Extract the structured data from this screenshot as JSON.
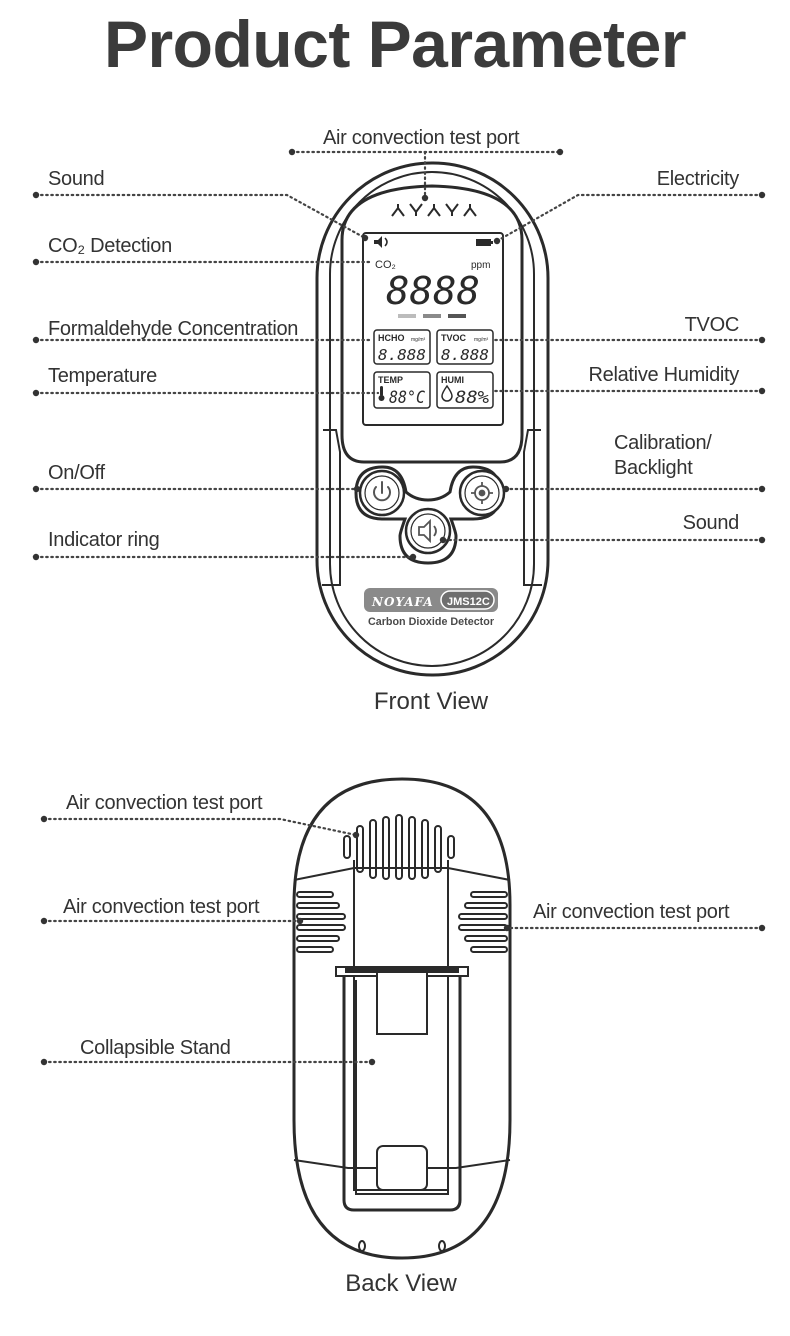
{
  "title": "Product Parameter",
  "front": {
    "view_label": "Front View",
    "labels": {
      "air_top": "Air convection test port",
      "sound_left": "Sound",
      "electricity": "Electricity",
      "co2_detection": "CO₂ Detection",
      "formaldehyde": "Formaldehyde Concentration",
      "tvoc": "TVOC",
      "temperature": "Temperature",
      "humidity": "Relative Humidity",
      "calibration_1": "Calibration/",
      "calibration_2": "Backlight",
      "on_off": "On/Off",
      "sound_right": "Sound",
      "indicator_ring": "Indicator ring"
    },
    "screen": {
      "co2_label": "CO₂",
      "ppm": "ppm",
      "main_digits": "8888",
      "hcho_label": "HCHO",
      "hcho_unit": "mg/m³",
      "hcho_digits": "8.888",
      "tvoc_label": "TVOC",
      "tvoc_unit": "mg/m³",
      "tvoc_digits": "8.888",
      "temp_label": "TEMP",
      "temp_digits": "88°C",
      "humi_label": "HUMI",
      "humi_digits": "88%"
    },
    "brand": "NOYAFA",
    "model": "JMS12C",
    "product_name": "Carbon Dioxide Detector"
  },
  "back": {
    "view_label": "Back View",
    "labels": {
      "air_top": "Air convection test port",
      "air_left": "Air convection test port",
      "air_right": "Air convection test port",
      "stand": "Collapsible Stand"
    }
  }
}
